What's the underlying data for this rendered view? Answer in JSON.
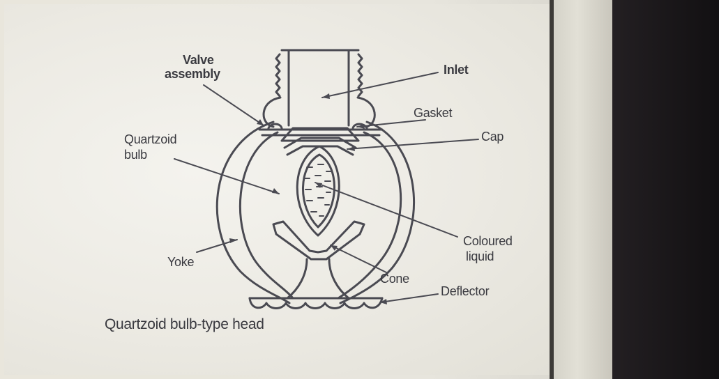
{
  "diagram": {
    "labels": {
      "valve_assembly": [
        "Valve",
        "assembly"
      ],
      "inlet": "Inlet",
      "gasket": "Gasket",
      "cap": "Cap",
      "quartzoid_bulb": [
        "Quartzoid",
        "bulb"
      ],
      "coloured_liquid": [
        "Coloured",
        "liquid"
      ],
      "yoke": "Yoke",
      "cone": "Cone",
      "deflector": "Deflector"
    },
    "caption": "Quartzoid bulb-type head"
  }
}
